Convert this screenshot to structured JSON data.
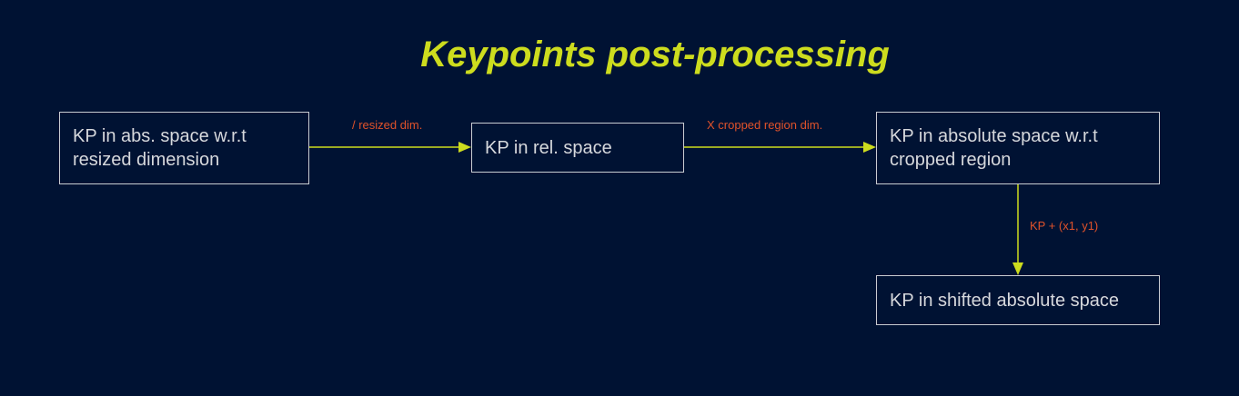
{
  "diagram": {
    "title": "Keypoints post-processing",
    "colors": {
      "background": "#001233",
      "title": "#cddc1e",
      "arrow": "#cddc1e",
      "box_border": "#c9ccd2",
      "box_text": "#d6d8dc",
      "edge_label": "#e0522a"
    },
    "nodes": [
      {
        "id": "n1",
        "lines": [
          "KP in abs. space w.r.t",
          "resized dimension"
        ]
      },
      {
        "id": "n2",
        "lines": [
          "KP in rel. space"
        ]
      },
      {
        "id": "n3",
        "lines": [
          "KP in absolute space w.r.t",
          "cropped region"
        ]
      },
      {
        "id": "n4",
        "lines": [
          "KP in shifted absolute space"
        ]
      }
    ],
    "edges": [
      {
        "from": "n1",
        "to": "n2",
        "label": "/ resized dim."
      },
      {
        "from": "n2",
        "to": "n3",
        "label": "X cropped region dim."
      },
      {
        "from": "n3",
        "to": "n4",
        "label": "KP + (x1, y1)"
      }
    ]
  }
}
